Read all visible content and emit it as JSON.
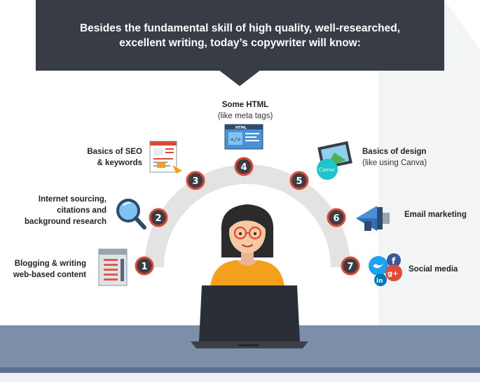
{
  "banner": {
    "line1": "Besides the fundamental skill of high quality, well-researched,",
    "line2": "excellent writing, today’s copywriter will know:"
  },
  "skills": [
    {
      "number": "1",
      "title_line1": "Blogging & writing",
      "title_line2": "web-based content",
      "icon": "blog-document-icon"
    },
    {
      "number": "2",
      "title_line1": "Internet sourcing,",
      "title_line2": "citations and",
      "title_line3": "background research",
      "icon": "magnifier-icon"
    },
    {
      "number": "3",
      "title_line1": "Basics of SEO",
      "title_line2": "& keywords",
      "icon": "seo-webpage-icon"
    },
    {
      "number": "4",
      "title_line1": "Some HTML",
      "subtitle": "(like meta tags)",
      "icon": "html-window-icon",
      "icon_text": "HTML",
      "code_text": "</>"
    },
    {
      "number": "5",
      "title_line1": "Basics of design",
      "subtitle": "(like using Canva)",
      "icon": "canva-design-icon",
      "icon_text": "Canva"
    },
    {
      "number": "6",
      "title_line1": "Email marketing",
      "icon": "megaphone-icon"
    },
    {
      "number": "7",
      "title_line1": "Social media",
      "icon": "social-bubbles-icon",
      "icon_text_1": "f",
      "icon_text_2": "g+",
      "icon_text_3": "in"
    }
  ],
  "colors": {
    "banner": "#383c45",
    "arc": "#e3e3e3",
    "number_fill": "#3a3d44",
    "number_ring": "#d94a38",
    "desk": "#7b8fa8",
    "sweater": "#f4a01c",
    "laptop": "#2a2e36"
  }
}
